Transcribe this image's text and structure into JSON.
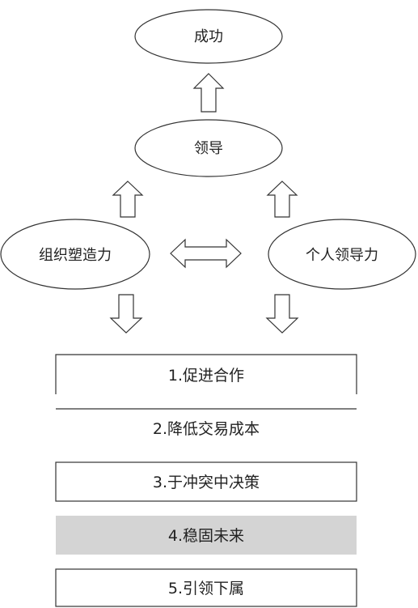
{
  "nodes": {
    "success": "成功",
    "leadership": "领导",
    "org_shaping": "组织塑造力",
    "personal_leadership": "个人领导力"
  },
  "outcomes": [
    {
      "label": "1.促进合作",
      "highlighted": false
    },
    {
      "label": "2.降低交易成本",
      "highlighted": false
    },
    {
      "label": "3.于冲突中决策",
      "highlighted": false
    },
    {
      "label": "4.稳固未来",
      "highlighted": true
    },
    {
      "label": "5.引领下属",
      "highlighted": false
    }
  ],
  "colors": {
    "stroke": "#333333",
    "highlight_fill": "#d4d4d4",
    "text": "#222222"
  }
}
